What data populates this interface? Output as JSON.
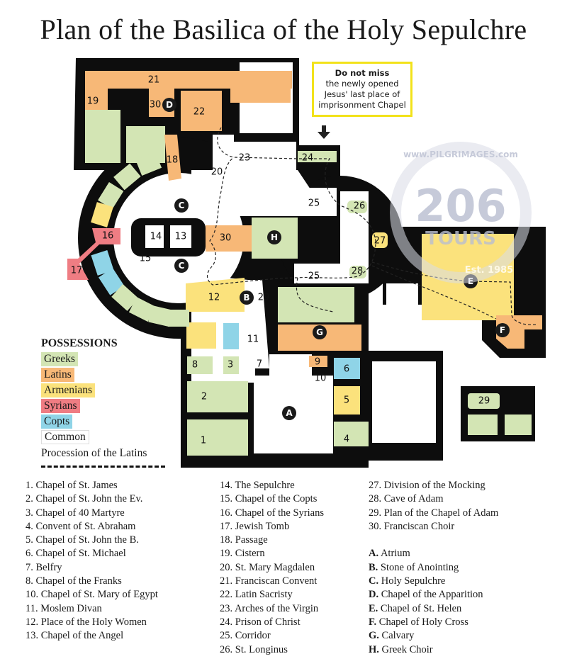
{
  "title": "Plan of the Basilica of the Holy Sepulchre",
  "callout": {
    "line1": "Do not miss",
    "line2": "the newly opened",
    "line3": "Jesus' last place of",
    "line4": "imprisonment Chapel"
  },
  "watermark": {
    "ring_text": "www.PILGRIMAGES.com",
    "number": "206",
    "word": "TOURS",
    "est": "Est. 1985"
  },
  "colors": {
    "greeks": "#d3e5b4",
    "latins": "#f7b877",
    "armenians": "#fbe27c",
    "syrians": "#ef7d83",
    "copts": "#8fd4e7",
    "common": "#ffffff",
    "wall": "#0d0d0d",
    "callout_border": "#f2e21a"
  },
  "legend": {
    "heading": "POSSESSIONS",
    "items": [
      {
        "label": "Greeks",
        "key": "greeks"
      },
      {
        "label": "Latins",
        "key": "latins"
      },
      {
        "label": "Armenians",
        "key": "armenians"
      },
      {
        "label": "Syrians",
        "key": "syrians"
      },
      {
        "label": "Copts",
        "key": "copts"
      },
      {
        "label": "Common",
        "key": "common"
      }
    ],
    "procession": "Procession of the Latins"
  },
  "plan": {
    "labels": [
      "21",
      "19",
      "30",
      "22",
      "18",
      "23",
      "24",
      "20",
      "25",
      "26",
      "27",
      "16",
      "14",
      "13",
      "30",
      "15",
      "17",
      "25",
      "28",
      "12",
      "29",
      "11",
      "7",
      "8",
      "3",
      "9",
      "10",
      "6",
      "2",
      "5",
      "1",
      "4",
      "29"
    ],
    "circles": [
      "A",
      "B",
      "C",
      "C",
      "D",
      "E",
      "F",
      "G",
      "H"
    ]
  },
  "key": {
    "col1": [
      "1. Chapel of St. James",
      "2. Chapel of St. John the Ev.",
      "3. Chapel of 40 Martyre",
      "4. Convent of St. Abraham",
      "5. Chapel of St. John the B.",
      "6. Chapel of St. Michael",
      "7. Belfry",
      "8. Chapel of the Franks",
      "10. Chapel of St. Mary of Egypt",
      "11. Moslem Divan",
      "12. Place of the Holy Women",
      "13. Chapel of the Angel"
    ],
    "col2": [
      "14. The Sepulchre",
      "15. Chapel of the Copts",
      "16. Chapel of the Syrians",
      "17. Jewish Tomb",
      "18. Passage",
      "19. Cistern",
      "20. St. Mary Magdalen",
      "21. Franciscan Convent",
      "22. Latin Sacristy",
      "23. Arches of the Virgin",
      "24. Prison of Christ",
      "25. Corridor",
      "26. St. Longinus"
    ],
    "col3": [
      "27. Division of the Mocking",
      "28. Cave of Adam",
      "29. Plan of the Chapel of Adam",
      "30. Franciscan Choir"
    ],
    "letters": [
      {
        "letter": "A.",
        "text": "Atrium"
      },
      {
        "letter": "B.",
        "text": "Stone of Anointing"
      },
      {
        "letter": "C.",
        "text": "Holy Sepulchre"
      },
      {
        "letter": "D.",
        "text": "Chapel of the Apparition"
      },
      {
        "letter": "E.",
        "text": "Chapel of St. Helen"
      },
      {
        "letter": "F.",
        "text": "Chapel of Holy Cross"
      },
      {
        "letter": "G.",
        "text": "Calvary"
      },
      {
        "letter": "H.",
        "text": "Greek Choir"
      }
    ]
  }
}
